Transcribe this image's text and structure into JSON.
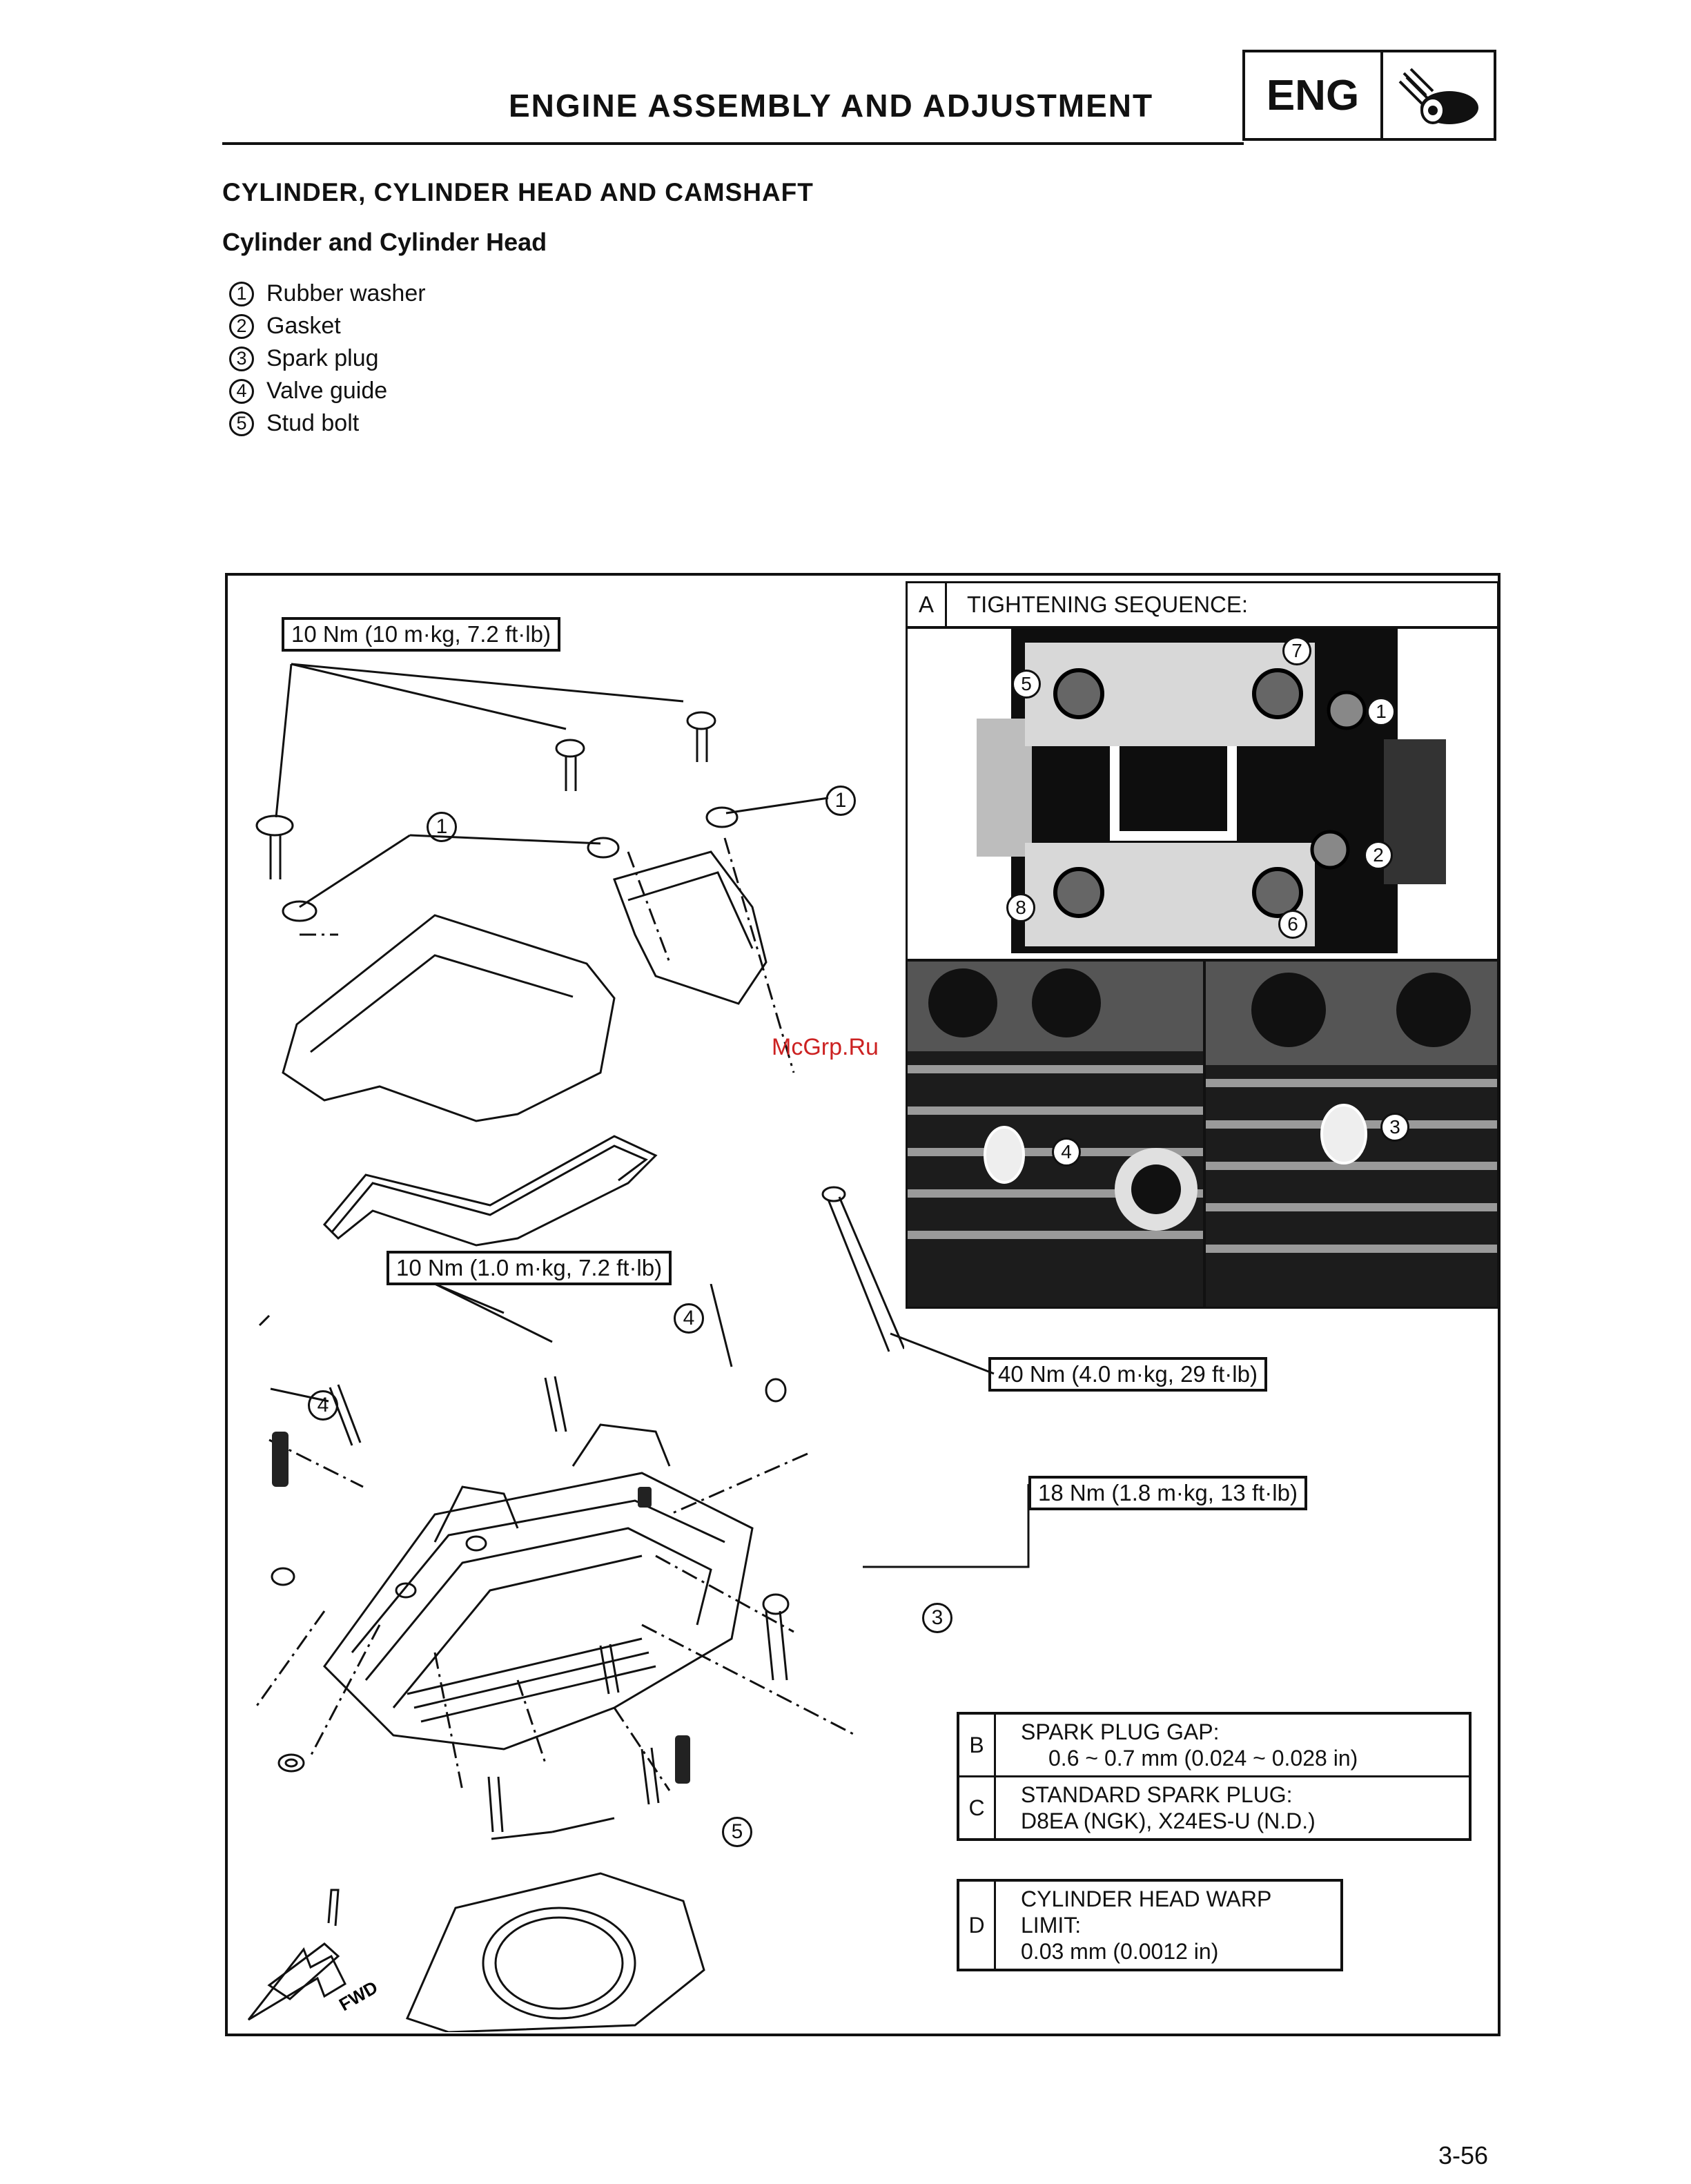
{
  "header": {
    "title": "ENGINE ASSEMBLY AND ADJUSTMENT",
    "badge": "ENG",
    "badge_icon": "engine-wrench-icon"
  },
  "section_title": "CYLINDER, CYLINDER HEAD AND CAMSHAFT",
  "subsection_title": "Cylinder and Cylinder Head",
  "parts": [
    {
      "num": "1",
      "label": "Rubber washer"
    },
    {
      "num": "2",
      "label": "Gasket"
    },
    {
      "num": "3",
      "label": "Spark plug"
    },
    {
      "num": "4",
      "label": "Valve guide"
    },
    {
      "num": "5",
      "label": "Stud bolt"
    }
  ],
  "torque_labels": {
    "cover_bolts": "10 Nm (10 m·kg, 7.2 ft·lb)",
    "head_bolts": "10 Nm (1.0 m·kg, 7.2 ft·lb)",
    "long_stud": "40 Nm (4.0 m·kg, 29 ft·lb)",
    "spark_plug": "18 Nm (1.8 m·kg, 13 ft·lb)"
  },
  "tightening": {
    "key": "A",
    "label": "TIGHTENING SEQUENCE:",
    "sequence_numbers": [
      "1",
      "2",
      "5",
      "6",
      "7",
      "8"
    ],
    "photo_callouts": [
      "4",
      "3"
    ]
  },
  "callouts": {
    "one": "1",
    "three": "3",
    "four": "4",
    "five": "5"
  },
  "specs": [
    {
      "key": "B",
      "line1": "SPARK PLUG GAP:",
      "line2": "0.6 ~ 0.7 mm (0.024 ~ 0.028 in)"
    },
    {
      "key": "C",
      "line1": "STANDARD SPARK PLUG:",
      "line2": "D8EA (NGK), X24ES-U (N.D.)"
    }
  ],
  "warp": {
    "key": "D",
    "line1": "CYLINDER HEAD WARP",
    "line2": "LIMIT:",
    "line3": "0.03 mm (0.0012 in)"
  },
  "fwd_label": "FWD",
  "watermark": "McGrp.Ru",
  "page_number": "3-56"
}
